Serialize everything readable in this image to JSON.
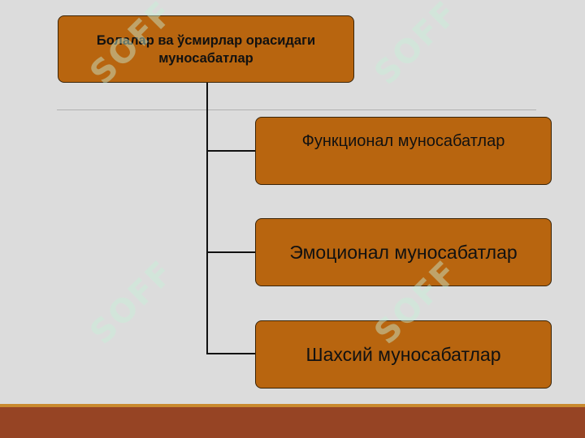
{
  "diagram": {
    "root": {
      "label": "Болалар ва ўсмирлар орасидаги муносабатлар"
    },
    "children": [
      {
        "label": "Функционал муносабатлар"
      },
      {
        "label": "Эмоционал муносабатлар"
      },
      {
        "label": "Шахсий муносабатлар"
      }
    ]
  },
  "watermark": {
    "text": "SOFF"
  },
  "colors": {
    "background": "#dcdcdc",
    "box_fill": "#b8650f",
    "box_border": "#3a2408",
    "footer_bar": "#964424",
    "footer_accent": "#c98a2e",
    "watermark": "#c8f0d8"
  }
}
